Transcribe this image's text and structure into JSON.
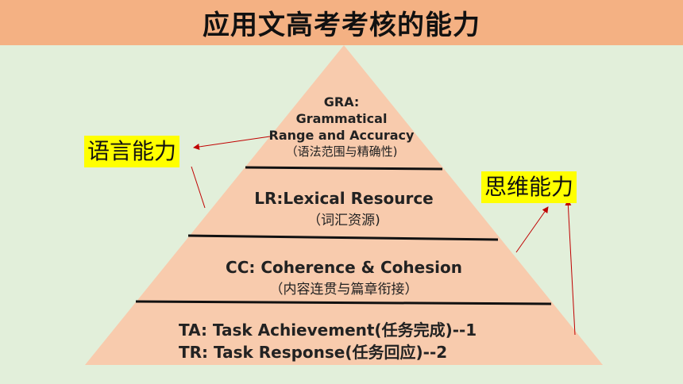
{
  "title": "应用文高考考核的能力",
  "levels": {
    "gra": {
      "line1": "GRA:",
      "line2": "Grammatical",
      "line3": "Range and Accuracy",
      "cn": "（语法范围与精确性)"
    },
    "lr": {
      "line1": "LR:Lexical Resource",
      "cn": "（词汇资源)"
    },
    "cc": {
      "line1": "CC: Coherence & Cohesion",
      "cn": "（内容连贯与篇章衔接）"
    },
    "base": {
      "ta": "TA: Task Achievement(任务完成)--1",
      "tr": "TR: Task Response(任务回应)--2"
    }
  },
  "badges": {
    "language": "语言能力",
    "thinking": "思维能力"
  },
  "colors": {
    "background": "#e2efda",
    "title_bar": "#f4b183",
    "pyramid": "#f8cbad",
    "badge": "#ffff00",
    "arrow": "#c00000"
  }
}
